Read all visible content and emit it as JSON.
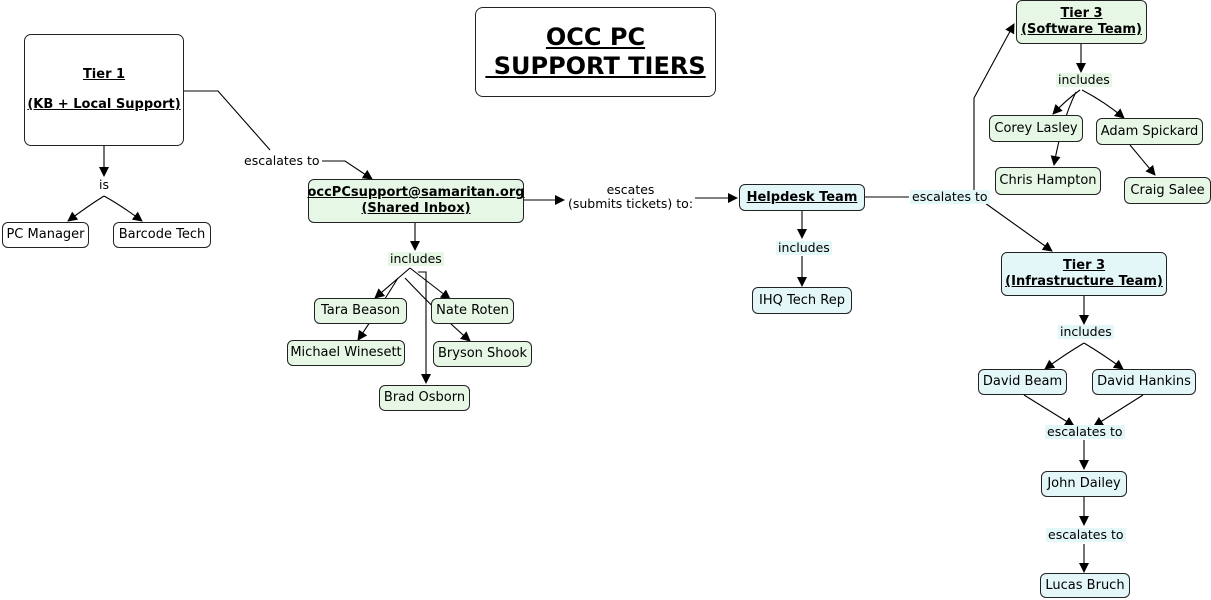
{
  "title": {
    "line1": "OCC PC",
    "line2": " SUPPORT TIERS"
  },
  "tier1": {
    "line1": "Tier 1",
    "line2": "(KB + Local Support)"
  },
  "tier1_links": {
    "is": "is",
    "escalates_to": "escalates to"
  },
  "tier1_roles": [
    "PC Manager",
    "Barcode Tech"
  ],
  "shared_inbox": {
    "line1": "occPCsupport@samaritan.org",
    "line2": "(Shared Inbox)"
  },
  "shared_inbox_links": {
    "includes": "includes",
    "escates_line1": "escates",
    "escates_line2": "(submits tickets) to:"
  },
  "shared_inbox_members": [
    "Tara Beason",
    "Nate Roten",
    "Michael Winesett",
    "Bryson Shook",
    "Brad Osborn"
  ],
  "helpdesk": {
    "name": "Helpdesk Team"
  },
  "helpdesk_links": {
    "includes": "includes",
    "escalates_to": "escalates to"
  },
  "helpdesk_members": [
    "IHQ Tech Rep"
  ],
  "tier3_software": {
    "line1": "Tier 3",
    "line2": "(Software Team)"
  },
  "tier3_software_links": {
    "includes": "includes"
  },
  "tier3_software_members": [
    "Corey Lasley",
    "Adam Spickard",
    "Chris Hampton",
    "Craig Salee"
  ],
  "tier3_infra": {
    "line1": "Tier 3",
    "line2": "(Infrastructure Team)"
  },
  "tier3_infra_links": {
    "includes": "includes",
    "escalates_to_1": "escalates to",
    "escalates_to_2": "escalates to"
  },
  "tier3_infra_members": [
    "David Beam",
    "David Hankins"
  ],
  "escalation_chain": [
    "John Dailey",
    "Lucas Bruch"
  ]
}
